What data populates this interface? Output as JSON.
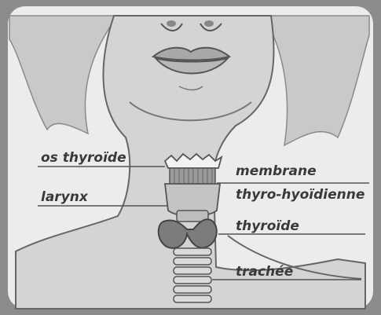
{
  "labels": {
    "hyoid": "os thyroïde",
    "larynx": "larynx",
    "membrane_line1": "membrane",
    "membrane_line2": "thyro-hyoïdienne",
    "thyroid": "thyroïde",
    "trachea": "trachée"
  },
  "colors": {
    "frame": "#8c8c8c",
    "background": "#e9e9e9",
    "skin": "#d6d6d6",
    "outline": "#5a5a5a",
    "label_text": "#3a3a3a",
    "leader_line": "#555555"
  }
}
